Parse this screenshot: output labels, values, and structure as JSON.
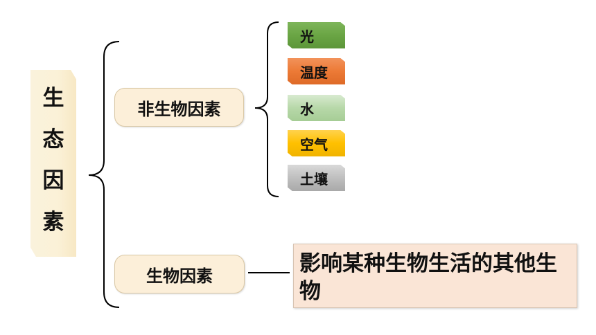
{
  "root": {
    "chars": [
      "生",
      "态",
      "因",
      "素"
    ]
  },
  "categories": {
    "abiotic": "非生物因素",
    "biotic": "生物因素"
  },
  "abiotic_factors": [
    "光",
    "温度",
    "水",
    "空气",
    "土壤"
  ],
  "biotic_description": "影响某种生物生活的其他生物",
  "colors": {
    "light": "#6aa544",
    "temperature": "#ec7a36",
    "water": "#b7d8a9",
    "air": "#ffc000",
    "soil": "#bfbfbf",
    "category_fill": "#fcefd9",
    "description_fill": "#fae5d6"
  }
}
